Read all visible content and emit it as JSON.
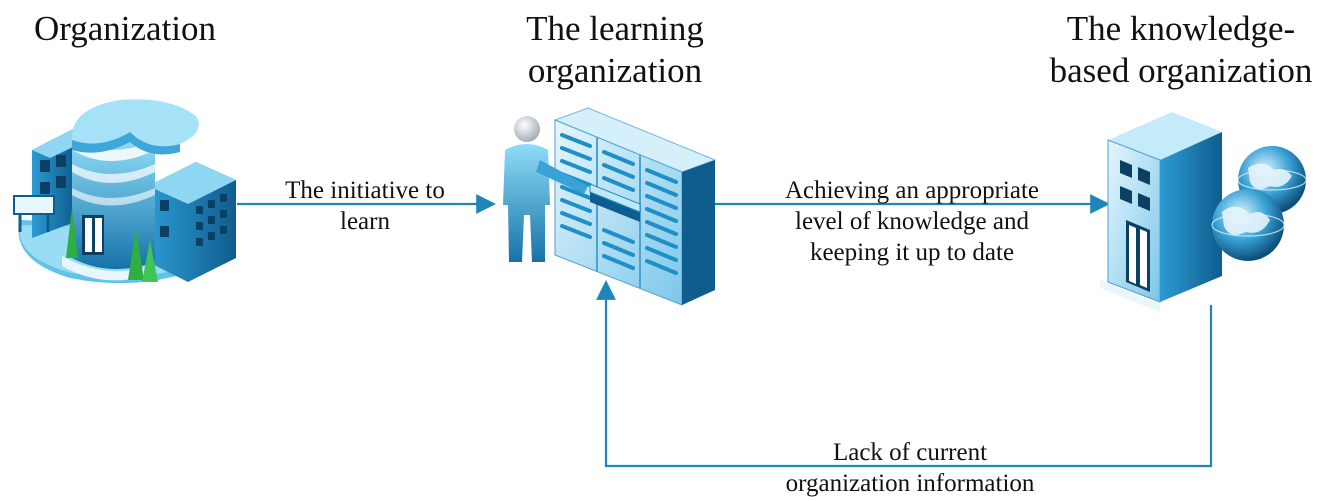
{
  "nodes": [
    {
      "id": "organization",
      "title": "Organization",
      "icon": "office-building-icon"
    },
    {
      "id": "learning",
      "title": "The learning\norganization",
      "icon": "person-at-server-rack-icon"
    },
    {
      "id": "knowledge",
      "title": "The knowledge-\nbased organization",
      "icon": "building-with-globes-icon"
    }
  ],
  "edges": [
    {
      "from": "organization",
      "to": "learning",
      "label": "The initiative to\nlearn"
    },
    {
      "from": "learning",
      "to": "knowledge",
      "label": "Achieving an appropriate\nlevel of knowledge and\nkeeping it up to date"
    },
    {
      "from": "knowledge",
      "to": "learning",
      "label": "Lack of current\norganization information"
    }
  ],
  "colors": {
    "connector": "#1e86b8",
    "icon_dark": "#0e5d8e",
    "icon_mid": "#1f8fc7",
    "icon_light": "#7fd0f2",
    "tree_green": "#2eae45",
    "text": "#111111"
  }
}
